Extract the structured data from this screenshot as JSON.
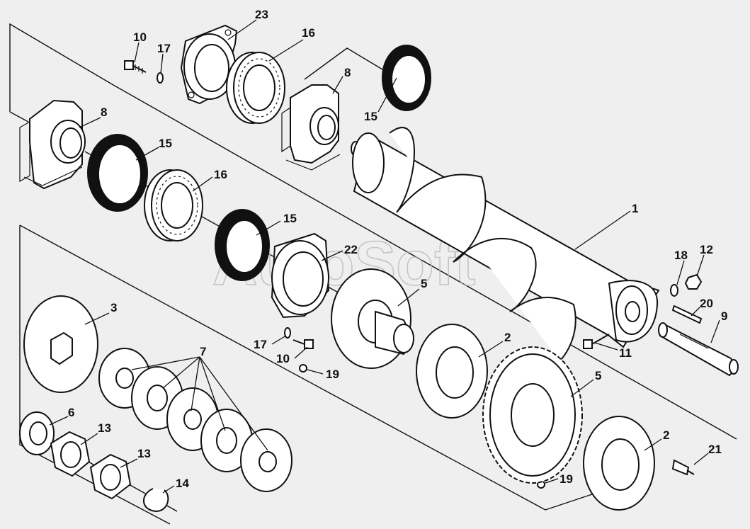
{
  "watermark": "AutoSoft",
  "callouts": [
    {
      "id": "c10a",
      "text": "10"
    },
    {
      "id": "c17a",
      "text": "17"
    },
    {
      "id": "c23",
      "text": "23"
    },
    {
      "id": "c16a",
      "text": "16"
    },
    {
      "id": "c8a",
      "text": "8"
    },
    {
      "id": "c15a",
      "text": "15"
    },
    {
      "id": "c8b",
      "text": "8"
    },
    {
      "id": "c15b",
      "text": "15"
    },
    {
      "id": "c16b",
      "text": "16"
    },
    {
      "id": "c15c",
      "text": "15"
    },
    {
      "id": "c22",
      "text": "22"
    },
    {
      "id": "c1",
      "text": "1"
    },
    {
      "id": "c18",
      "text": "18"
    },
    {
      "id": "c12",
      "text": "12"
    },
    {
      "id": "c20",
      "text": "20"
    },
    {
      "id": "c9",
      "text": "9"
    },
    {
      "id": "c11",
      "text": "11"
    },
    {
      "id": "c3",
      "text": "3"
    },
    {
      "id": "c5a",
      "text": "5"
    },
    {
      "id": "c17b",
      "text": "17"
    },
    {
      "id": "c10b",
      "text": "10"
    },
    {
      "id": "c19a",
      "text": "19"
    },
    {
      "id": "c7",
      "text": "7"
    },
    {
      "id": "c2a",
      "text": "2"
    },
    {
      "id": "c5b",
      "text": "5"
    },
    {
      "id": "c6",
      "text": "6"
    },
    {
      "id": "c13a",
      "text": "13"
    },
    {
      "id": "c13b",
      "text": "13"
    },
    {
      "id": "c14",
      "text": "14"
    },
    {
      "id": "c19b",
      "text": "19"
    },
    {
      "id": "c2b",
      "text": "2"
    },
    {
      "id": "c21",
      "text": "21"
    }
  ]
}
